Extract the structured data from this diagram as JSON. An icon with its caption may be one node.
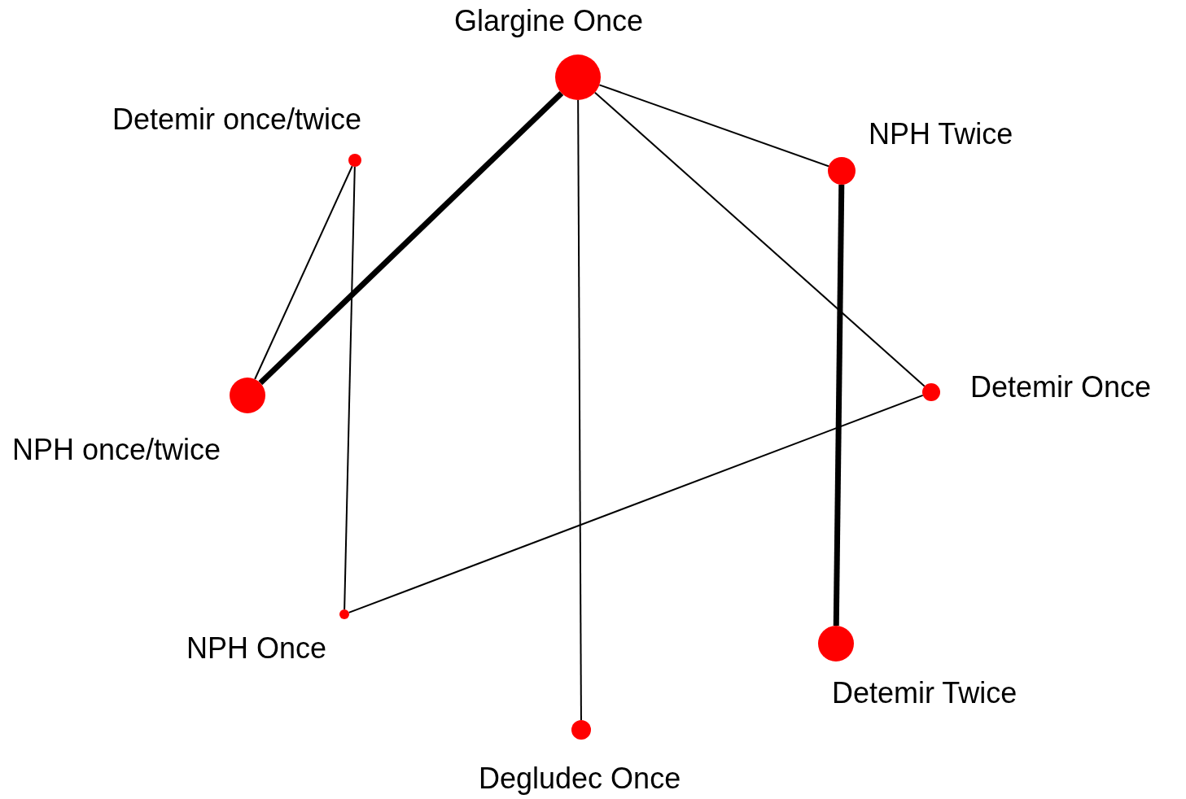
{
  "diagram": {
    "nodes": [
      {
        "text": [
          "Glargine Once"
        ]
      },
      {
        "text": [
          "Detemir once/twice"
        ]
      },
      {
        "text": [
          "NPH Twice"
        ]
      },
      {
        "text": [
          "Detemir Once"
        ]
      },
      {
        "text": [
          "NPH once/twice"
        ]
      },
      {
        "text": [
          "NPH Once"
        ]
      },
      {
        "text": [
          "Detemir Twice"
        ]
      },
      {
        "text": [
          "Degludec Once"
        ]
      }
    ],
    "edges": [
      {
        "from": 0,
        "to": 4,
        "arrow": "none",
        "style": "thick"
      },
      {
        "from": 0,
        "to": 2,
        "arrow": "none"
      },
      {
        "from": 0,
        "to": 3,
        "arrow": "none"
      },
      {
        "from": 0,
        "to": 7,
        "arrow": "none"
      },
      {
        "from": 2,
        "to": 6,
        "arrow": "none",
        "style": "thick"
      },
      {
        "from": 1,
        "to": 4,
        "arrow": "none"
      },
      {
        "from": 1,
        "to": 5,
        "arrow": "none"
      },
      {
        "from": 5,
        "to": 3,
        "arrow": "none"
      }
    ]
  }
}
